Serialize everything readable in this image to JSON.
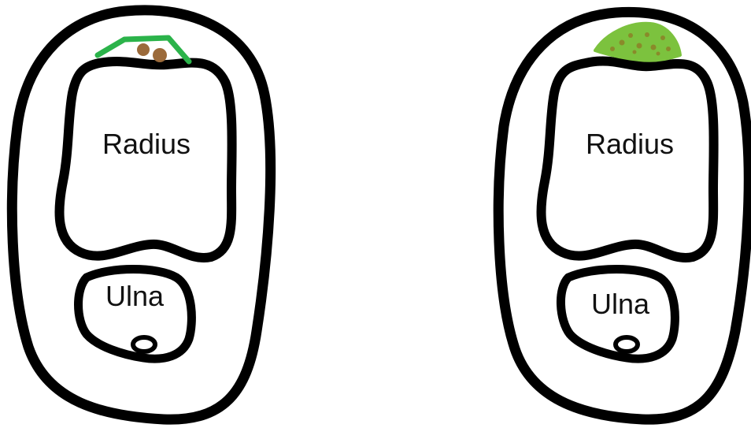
{
  "diagrams": [
    {
      "bone_label_1": "Radius",
      "bone_label_2": "Ulna",
      "tendon_color": "#2bb34a",
      "nodule_color": "#9b6a3a",
      "variant": "thin-green-band-with-two-brown-nodules"
    },
    {
      "bone_label_1": "Radius",
      "bone_label_2": "Ulna",
      "tendon_color": "#7cc23e",
      "nodule_color": "#8a8a2a",
      "variant": "thick-green-band-with-many-speckles"
    }
  ],
  "colors": {
    "outline": "#000000",
    "background": "#ffffff"
  }
}
